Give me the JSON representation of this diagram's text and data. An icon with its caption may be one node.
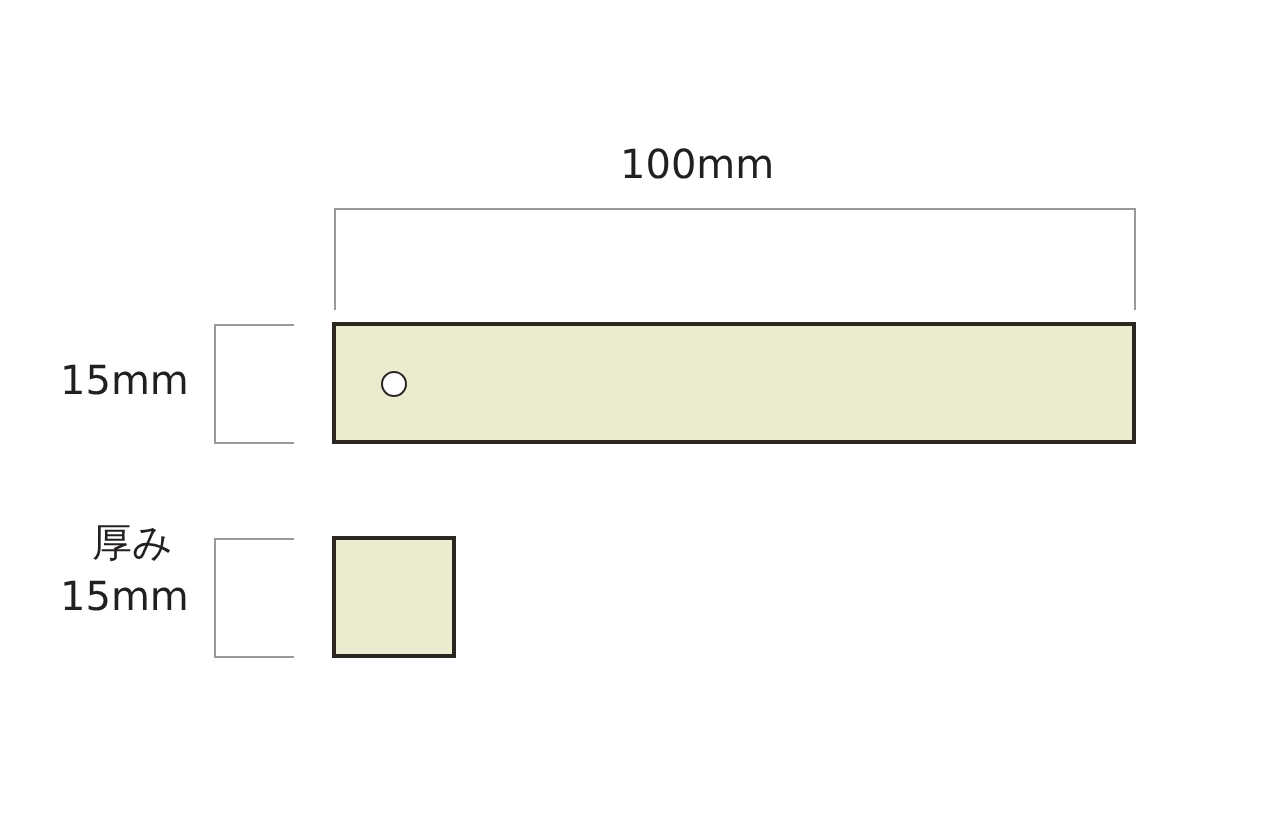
{
  "diagram": {
    "labels": [
      "100mm",
      "15mm",
      "厚み",
      "15mm"
    ]
  }
}
